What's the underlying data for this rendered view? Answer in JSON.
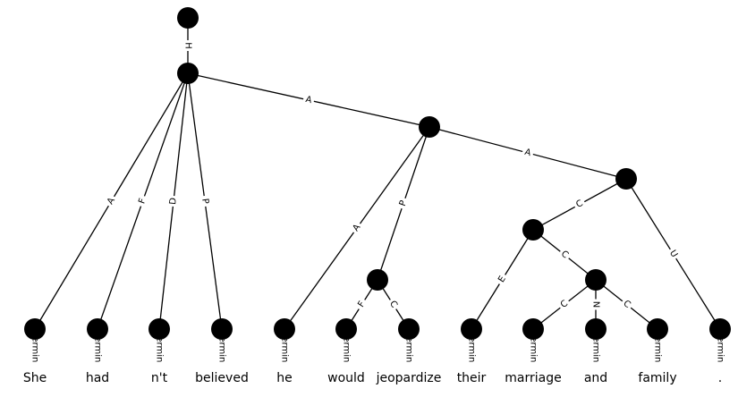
{
  "tree": {
    "nodes": [
      {
        "id": "n0"
      },
      {
        "id": "n1"
      },
      {
        "id": "n2"
      },
      {
        "id": "n3"
      },
      {
        "id": "n4"
      },
      {
        "id": "n5"
      },
      {
        "id": "n6"
      },
      {
        "id": "t0"
      },
      {
        "id": "t1"
      },
      {
        "id": "t2"
      },
      {
        "id": "t3"
      },
      {
        "id": "t4"
      },
      {
        "id": "t5"
      },
      {
        "id": "t6"
      },
      {
        "id": "t7"
      },
      {
        "id": "t8"
      },
      {
        "id": "t9"
      },
      {
        "id": "t10"
      },
      {
        "id": "t11"
      }
    ],
    "edges": [
      {
        "from": "n0",
        "to": "n1",
        "label": "H"
      },
      {
        "from": "n1",
        "to": "t0",
        "label": "A"
      },
      {
        "from": "n1",
        "to": "t1",
        "label": "F"
      },
      {
        "from": "n1",
        "to": "t2",
        "label": "D"
      },
      {
        "from": "n1",
        "to": "t3",
        "label": "P"
      },
      {
        "from": "n1",
        "to": "n2",
        "label": "A"
      },
      {
        "from": "n2",
        "to": "t4",
        "label": "A"
      },
      {
        "from": "n2",
        "to": "n3",
        "label": "P"
      },
      {
        "from": "n3",
        "to": "t5",
        "label": "F"
      },
      {
        "from": "n3",
        "to": "t6",
        "label": "C"
      },
      {
        "from": "n2",
        "to": "n4",
        "label": "A"
      },
      {
        "from": "n4",
        "to": "n5",
        "label": "C"
      },
      {
        "from": "n4",
        "to": "t11",
        "label": "U"
      },
      {
        "from": "n5",
        "to": "t7",
        "label": "E"
      },
      {
        "from": "n5",
        "to": "n6",
        "label": "C"
      },
      {
        "from": "n6",
        "to": "t8",
        "label": "C"
      },
      {
        "from": "n6",
        "to": "t9",
        "label": "N"
      },
      {
        "from": "n6",
        "to": "t10",
        "label": "C"
      }
    ],
    "terminal_label": "Termin",
    "words": [
      "She",
      "had",
      "n't",
      "believed",
      "he",
      "would",
      "jeopardize",
      "their",
      "marriage",
      "and",
      "family",
      "."
    ]
  }
}
